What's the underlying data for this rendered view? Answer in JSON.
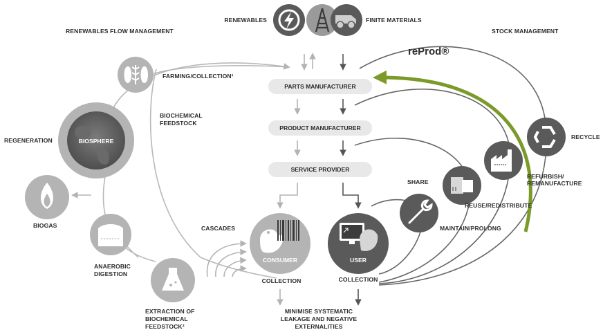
{
  "top": {
    "renewables": "RENEWABLES",
    "finite_materials": "FINITE MATERIALS"
  },
  "headers": {
    "renewables_flow": "RENEWABLES FLOW MANAGEMENT",
    "stock_management": "STOCK MANAGEMENT",
    "reprod": "reProd®"
  },
  "center_boxes": {
    "parts_manufacturer": "PARTS MANUFACTURER",
    "product_manufacturer": "PRODUCT MANUFACTURER",
    "service_provider": "SERVICE PROVIDER"
  },
  "left_cycle": {
    "farming": "FARMING/COLLECTION¹",
    "biochemical_1": "BIOCHEMICAL",
    "biochemical_2": "FEEDSTOCK",
    "regeneration": "REGENERATION",
    "biosphere": "BIOSPHERE",
    "biogas": "BIOGAS",
    "anaerobic_1": "ANAEROBIC",
    "anaerobic_2": "DIGESTION",
    "cascades": "CASCADES",
    "extraction_1": "EXTRACTION OF",
    "extraction_2": "BIOCHEMICAL",
    "extraction_3": "FEEDSTOCK²"
  },
  "right_cycle": {
    "share": "SHARE",
    "maintain": "MAINTAIN/PROLONG",
    "reuse": "REUSE/REDISTRIBUTE",
    "refurbish_1": "REFURBISH/",
    "refurbish_2": "REMANUFACTURE",
    "recycle": "RECYCLE"
  },
  "bottom": {
    "consumer": "CONSUMER",
    "user": "USER",
    "collection_left": "COLLECTION",
    "collection_right": "COLLECTION",
    "minimise_1": "MINIMISE SYSTEMATIC",
    "minimise_2": "LEAKAGE AND NEGATIVE",
    "minimise_3": "EXTERNALITIES"
  },
  "colors": {
    "light_gray": "#b7b7b7",
    "mid_gray": "#8a8a8a",
    "dark_gray": "#5a5a5a",
    "green": "#7a9a2a"
  }
}
